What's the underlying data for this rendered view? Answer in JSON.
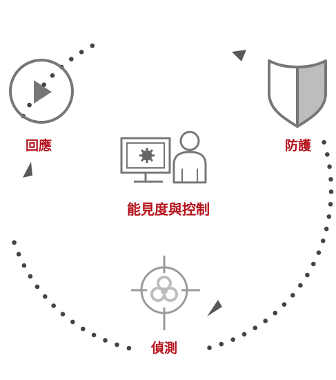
{
  "labels": {
    "respond": "回應",
    "protect": "防護",
    "center": "能見度與控制",
    "detect": "偵測"
  },
  "icons": {
    "respond": "play-circle-icon",
    "protect": "shield-icon",
    "center": "monitor-user-icon",
    "detect": "biohazard-crosshair-icon"
  },
  "colors": {
    "accent": "#b5121b",
    "dots": "#444444",
    "arrow": "#5a5a5a",
    "icon": "#777777",
    "icon_light": "#bdbdbd"
  }
}
